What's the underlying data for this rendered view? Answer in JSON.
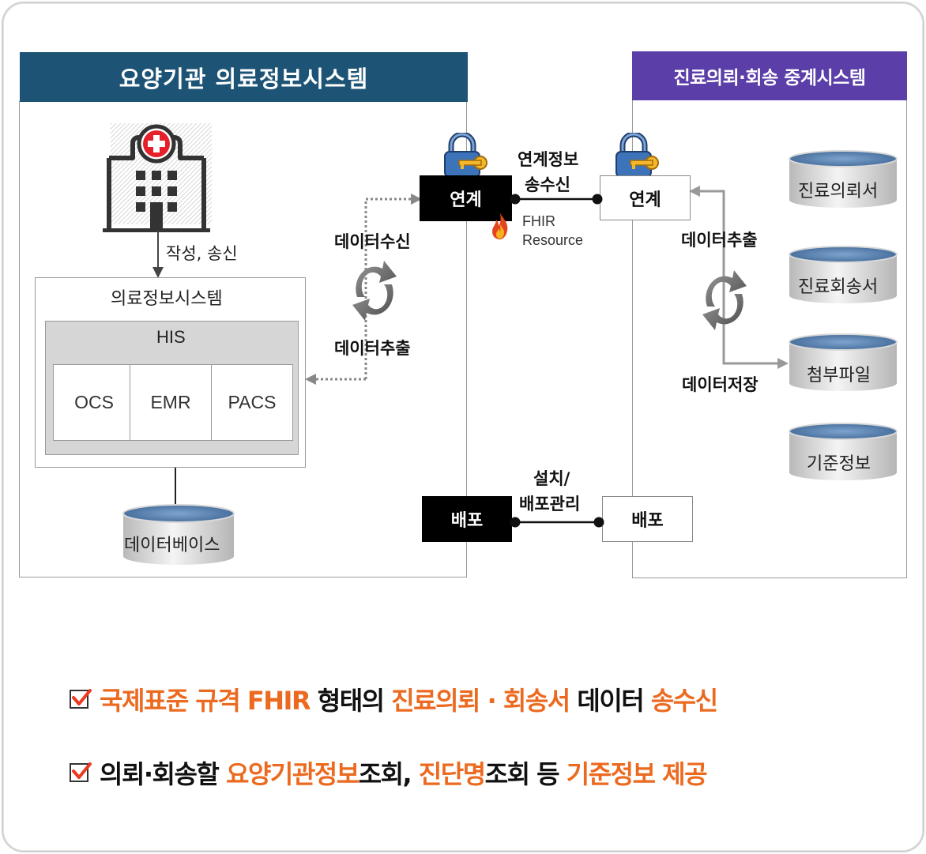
{
  "left_system": {
    "title": "요양기관  의료정보시스템",
    "write_send_label": "작성, 송신",
    "medical_info_system_label": "의료정보시스템",
    "his_label": "HIS",
    "modules": [
      "OCS",
      "EMR",
      "PACS"
    ],
    "database_label": "데이터베이스"
  },
  "right_system": {
    "title": "진료의뢰·회송 중계시스템",
    "databases": [
      "진료의뢰서",
      "진료회송서",
      "첨부파일",
      "기준정보"
    ]
  },
  "middle": {
    "data_receive": "데이터수신",
    "data_extract_left": "데이터추출",
    "link_left": "연계",
    "link_right": "연계",
    "link_info_line1": "연계정보",
    "link_info_line2": "송수신",
    "fhir_line1": "FHIR",
    "fhir_line2": "Resource",
    "data_extract_right": "데이터추출",
    "data_store": "데이터저장",
    "deploy_left": "배포",
    "deploy_right": "배포",
    "install_line1": "설치/",
    "install_line2": "배포관리"
  },
  "bullets": [
    {
      "parts": [
        {
          "text": "국제표준 규격 FHIR",
          "highlight": true
        },
        {
          "text": " 형태의 ",
          "highlight": false
        },
        {
          "text": "진료의뢰 · 회송서",
          "highlight": true
        },
        {
          "text": " 데이터 ",
          "highlight": false
        },
        {
          "text": "송수신",
          "highlight": true
        }
      ]
    },
    {
      "parts": [
        {
          "text": "의뢰·회송할 ",
          "highlight": false
        },
        {
          "text": "요양기관정보",
          "highlight": true
        },
        {
          "text": "조회, ",
          "highlight": false
        },
        {
          "text": "진단명",
          "highlight": true
        },
        {
          "text": "조회 등 ",
          "highlight": false
        },
        {
          "text": "기준정보 제공",
          "highlight": true
        }
      ]
    }
  ],
  "colors": {
    "left_header": "#1d5476",
    "right_header": "#5b3ea8",
    "highlight": "#ec6a1f",
    "db_top": "#5e83ad"
  },
  "icons": [
    "hospital-icon",
    "lock-key-icon",
    "fire-icon",
    "refresh-arrows-icon",
    "checkbox-icon",
    "database-icon"
  ]
}
